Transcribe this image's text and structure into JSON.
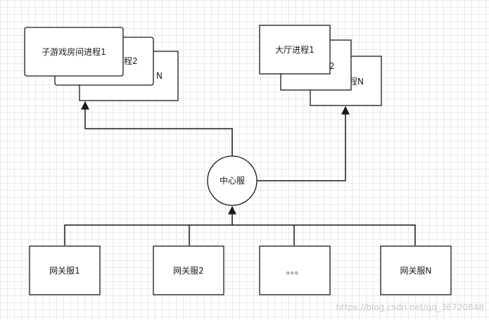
{
  "game_room_group": {
    "box1": "子游戏房间进程1",
    "box2_visible": "程2",
    "box3_visible": "N"
  },
  "lobby_group": {
    "box1": "大厅进程1",
    "box2_visible": "2",
    "box3_visible": "程N"
  },
  "center": {
    "label": "中心服"
  },
  "gateways": [
    {
      "label": "网关服1"
    },
    {
      "label": "网关服2"
    },
    {
      "label": "。。。"
    },
    {
      "label": "网关服N"
    }
  ],
  "watermark": "https://blog.csdn.net/qq_36720848"
}
